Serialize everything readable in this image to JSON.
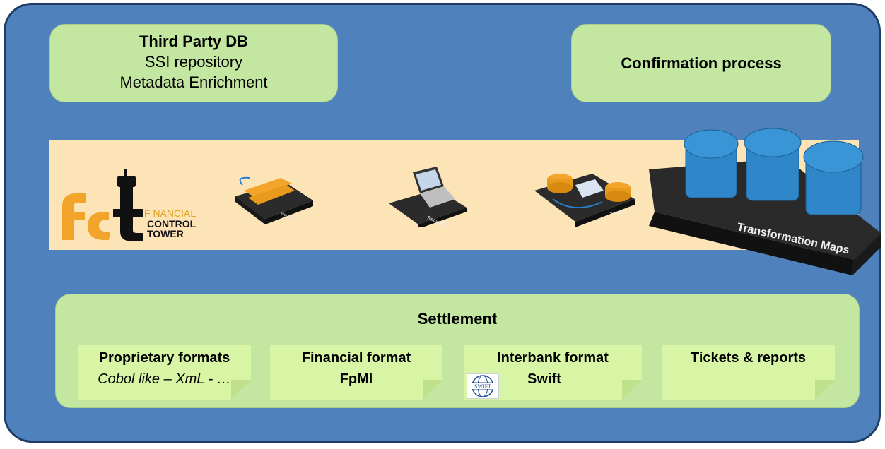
{
  "third_party": {
    "title": "Third Party DB",
    "line1": "SSI repository",
    "line2": "Metadata Enrichment"
  },
  "confirmation": {
    "title": "Confirmation process"
  },
  "logo": {
    "letters": "fct",
    "word1": "F NANCIAL",
    "word2": "CONTROL",
    "word3": "TOWER"
  },
  "devices": {
    "routing": "Routing",
    "recycling": "Recycling",
    "tracing": "Tracing",
    "transformation": "Transformation Maps"
  },
  "settlement": {
    "title": "Settlement",
    "notes": [
      {
        "title": "Proprietary formats",
        "sub": "Cobol like – XmL - …"
      },
      {
        "title": "Financial format",
        "sub": "FpMl"
      },
      {
        "title": "Interbank format",
        "sub": "Swift",
        "logo_text": "SWIFT"
      },
      {
        "title": "Tickets & reports"
      }
    ]
  },
  "colors": {
    "background": "#4f81bd",
    "green_box": "#c3e6a1",
    "band": "#fce4b6",
    "note": "#d8f5a6"
  }
}
